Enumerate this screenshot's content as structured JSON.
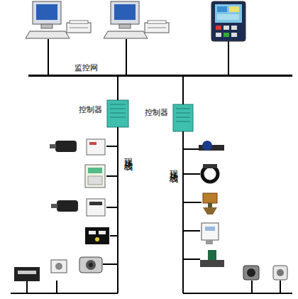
{
  "diagram": {
    "nodes": [
      {
        "text": [
          "监控网"
        ]
      },
      {
        "text": [
          "控制器"
        ]
      },
      {
        "text": [
          "控制器"
        ]
      }
    ],
    "edges": [
      {
        "from": 0,
        "to": 1,
        "arrow": "none"
      },
      {
        "from": 0,
        "to": 2,
        "arrow": "none"
      }
    ],
    "labels": [
      "现场总线",
      "现场总线"
    ]
  }
}
